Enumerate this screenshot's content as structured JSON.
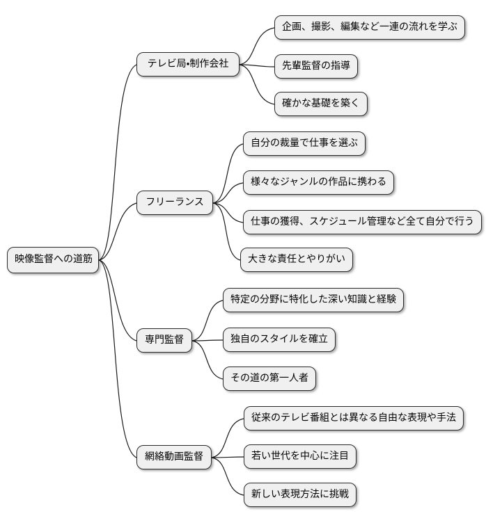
{
  "diagram": {
    "type": "mindmap",
    "root": {
      "label": "映像監督への道筋"
    },
    "branches": [
      {
        "label": "テレビ局・制作会社",
        "children": [
          "企画、撮影、編集など一連の流れを学ぶ",
          "先輩監督の指導",
          "確かな基礎を築く"
        ]
      },
      {
        "label": "フリーランス",
        "children": [
          "自分の裁量で仕事を選ぶ",
          "様々なジャンルの作品に携わる",
          "仕事の獲得、スケジュール管理など全て自分で行う",
          "大きな責任とやりがい"
        ]
      },
      {
        "label": "専門監督",
        "children": [
          "特定の分野に特化した深い知識と経験",
          "独自のスタイルを確立",
          "その道の第一人者"
        ]
      },
      {
        "label": "網絡動画監督",
        "children": [
          "従来のテレビ番組とは異なる自由な表現や手法",
          "若い世代を中心に注目",
          "新しい表現方法に挑戦"
        ]
      }
    ],
    "colors": {
      "background": "#ffffff",
      "node_fill": "#f0f0f0",
      "node_border": "#2a2a2a",
      "edge": "#1a1a1a",
      "text": "#000000"
    }
  }
}
